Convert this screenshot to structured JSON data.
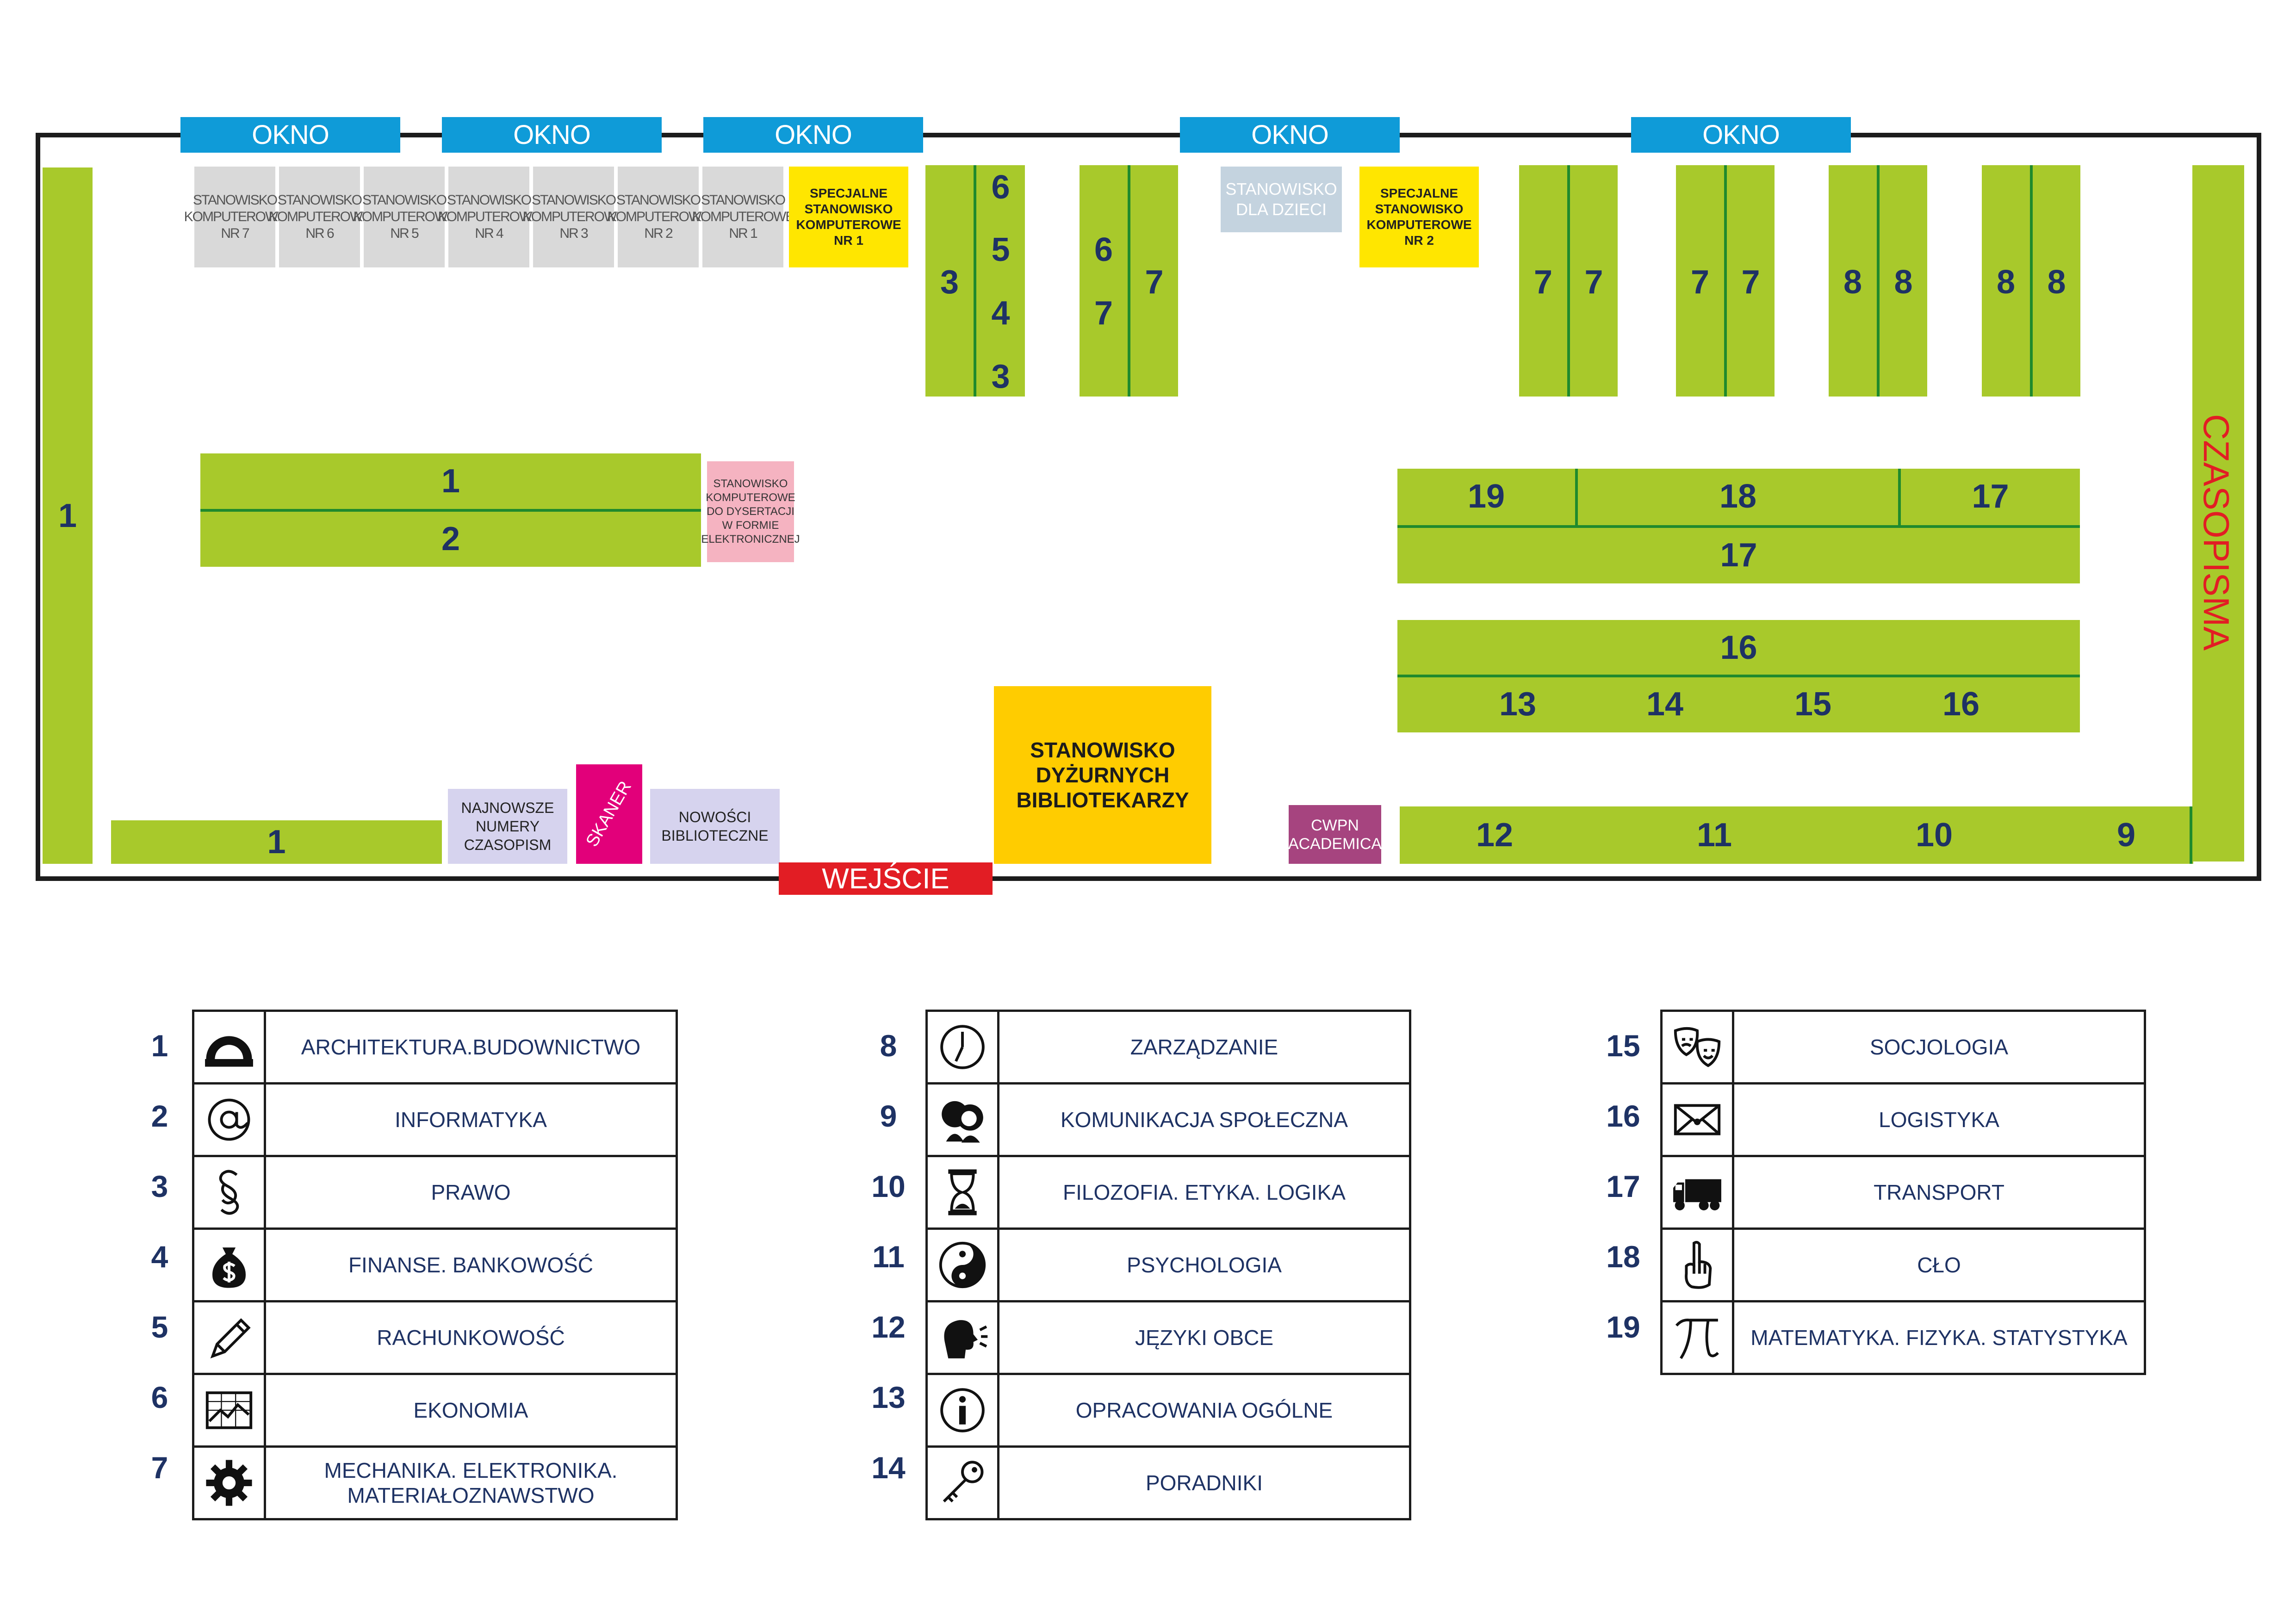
{
  "windows": [
    "OKNO",
    "OKNO",
    "OKNO",
    "OKNO",
    "OKNO"
  ],
  "computer_stations": [
    [
      "STANOWISKO",
      "KOMPUTEROWE",
      "NR 7"
    ],
    [
      "STANOWISKO",
      "KOMPUTEROWE",
      "NR 6"
    ],
    [
      "STANOWISKO",
      "KOMPUTEROWE",
      "NR 5"
    ],
    [
      "STANOWISKO",
      "KOMPUTEROWE",
      "NR 4"
    ],
    [
      "STANOWISKO",
      "KOMPUTEROWE",
      "NR 3"
    ],
    [
      "STANOWISKO",
      "KOMPUTEROWE",
      "NR 2"
    ],
    [
      "STANOWISKO",
      "KOMPUTEROWE",
      "NR 1"
    ]
  ],
  "special_station_1": [
    "SPECJALNE",
    "STANOWISKO",
    "KOMPUTEROWE",
    "NR 1"
  ],
  "special_station_2": [
    "SPECJALNE",
    "STANOWISKO",
    "KOMPUTEROWE",
    "NR 2"
  ],
  "kids_station": [
    "STANOWISKO",
    "DLA DZIECI"
  ],
  "dissertation_station": [
    "STANOWISKO",
    "KOMPUTEROWE",
    "DO DYSERTACJI",
    "W FORMIE",
    "ELEKTRONICZNEJ"
  ],
  "newest_issues": [
    "NAJNOWSZE",
    "NUMERY",
    "CZASOPISM"
  ],
  "scanner": "SKANER",
  "new_books": [
    "NOWOŚCI",
    "BIBLIOTECZNE"
  ],
  "duty_desk": [
    "STANOWISKO",
    "DYŻURNYCH",
    "BIBLIOTEKARZY"
  ],
  "cwpn": [
    "CWPN",
    "ACADEMICA"
  ],
  "entrance": "WEJŚCIE",
  "periodicals": "CZASOPISMA",
  "shelf_numbers": {
    "left_wall": "1",
    "bottom_left": "1",
    "center_top": "1",
    "center_bottom": "2",
    "s1_left": "3",
    "s1_right": [
      "6",
      "5",
      "4",
      "3"
    ],
    "s2_left": [
      "6",
      "7"
    ],
    "s2_right": "7",
    "s3": [
      "7",
      "7"
    ],
    "s4": [
      "7",
      "7"
    ],
    "s5": [
      "8",
      "8"
    ],
    "s6": [
      "8",
      "8"
    ],
    "r1_top": [
      "19",
      "18",
      "17"
    ],
    "r1_bottom": "17",
    "r2_top": "16",
    "r2_bottom": [
      "13",
      "14",
      "15",
      "16"
    ],
    "bottom_right": [
      "12",
      "11",
      "10",
      "9"
    ]
  },
  "legend": [
    {
      "num": "1",
      "icon": "protractor-icon",
      "label": "ARCHITEKTURA.BUDOWNICTWO"
    },
    {
      "num": "2",
      "icon": "at-sign-icon",
      "label": "INFORMATYKA"
    },
    {
      "num": "3",
      "icon": "section-sign-icon",
      "label": "PRAWO"
    },
    {
      "num": "4",
      "icon": "money-bag-icon",
      "label": "FINANSE. BANKOWOŚĆ"
    },
    {
      "num": "5",
      "icon": "pencil-icon",
      "label": "RACHUNKOWOŚĆ"
    },
    {
      "num": "6",
      "icon": "chart-icon",
      "label": "EKONOMIA"
    },
    {
      "num": "7",
      "icon": "gear-icon",
      "label": "MECHANIKA. ELEKTRONIKA. MATERIAŁOZNAWSTWO"
    },
    {
      "num": "8",
      "icon": "clock-icon",
      "label": "ZARZĄDZANIE"
    },
    {
      "num": "9",
      "icon": "people-icon",
      "label": "KOMUNIKACJA SPOŁECZNA"
    },
    {
      "num": "10",
      "icon": "hourglass-icon",
      "label": "FILOZOFIA. ETYKA. LOGIKA"
    },
    {
      "num": "11",
      "icon": "yin-yang-icon",
      "label": "PSYCHOLOGIA"
    },
    {
      "num": "12",
      "icon": "speaking-head-icon",
      "label": "JĘZYKI OBCE"
    },
    {
      "num": "13",
      "icon": "info-icon",
      "label": "OPRACOWANIA OGÓLNE"
    },
    {
      "num": "14",
      "icon": "key-icon",
      "label": "PORADNIKI"
    },
    {
      "num": "15",
      "icon": "theater-masks-icon",
      "label": "SOCJOLOGIA"
    },
    {
      "num": "16",
      "icon": "envelope-icon",
      "label": "LOGISTYKA"
    },
    {
      "num": "17",
      "icon": "truck-icon",
      "label": "TRANSPORT"
    },
    {
      "num": "18",
      "icon": "pointing-hand-icon",
      "label": "CŁO"
    },
    {
      "num": "19",
      "icon": "pi-icon",
      "label": "MATEMATYKA. FIZYKA. STATYSTYKA"
    }
  ],
  "colors": {
    "shelf": "#a8c92b",
    "window": "#0f9bd8",
    "entrance": "#e21d24",
    "duty_desk": "#ffcc00",
    "special_station": "#ffe600",
    "scanner": "#e2007a",
    "cwpn": "#a6447f",
    "number_text": "#1e3264"
  }
}
